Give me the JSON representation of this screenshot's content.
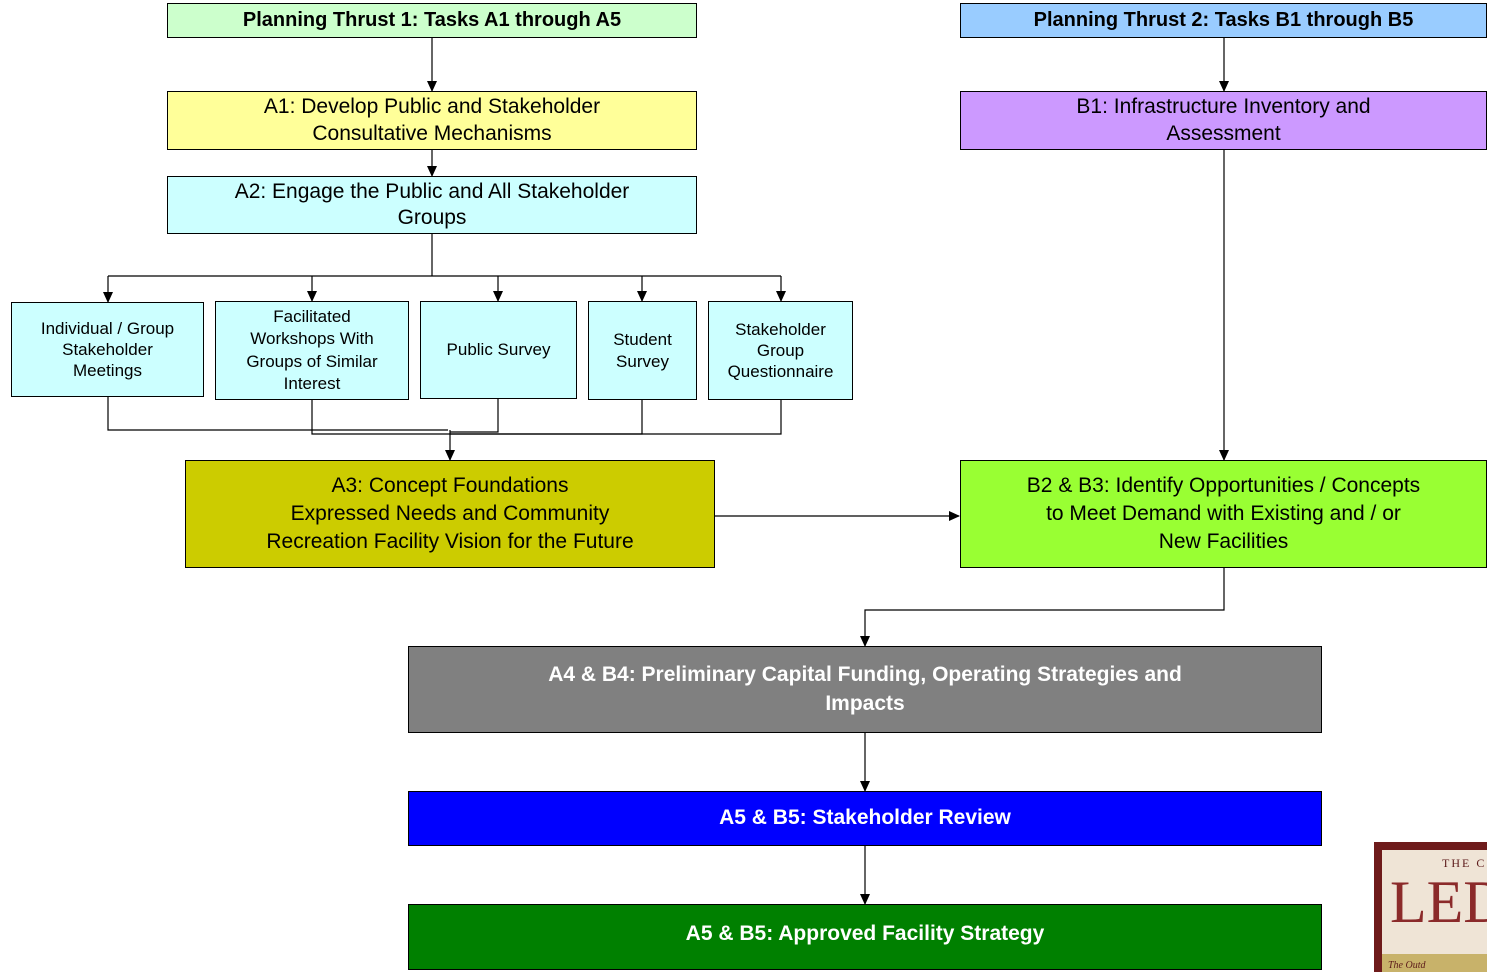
{
  "thrust1": {
    "title": "Planning Thrust 1: Tasks A1 through A5"
  },
  "thrust2": {
    "title": "Planning Thrust 2: Tasks B1 through B5"
  },
  "a1": {
    "text": "A1:  Develop Public and Stakeholder\nConsultative Mechanisms"
  },
  "a2": {
    "text": "A2:  Engage the Public and All Stakeholder\nGroups"
  },
  "engagement": [
    "Individual / Group\nStakeholder\nMeetings",
    "Facilitated\nWorkshops With\nGroups of Similar\nInterest",
    "Public Survey",
    "Student\nSurvey",
    "Stakeholder\nGroup\nQuestionnaire"
  ],
  "a3": {
    "text": "A3:  Concept Foundations\nExpressed Needs and Community\nRecreation Facility Vision for the Future"
  },
  "b1": {
    "text": "B1:  Infrastructure Inventory and\nAssessment"
  },
  "b2b3": {
    "text": "B2 & B3:  Identify Opportunities / Concepts\nto Meet Demand with Existing  and / or\nNew Facilities"
  },
  "a4b4": {
    "text": "A4 & B4:  Preliminary Capital Funding, Operating Strategies and\nImpacts"
  },
  "review": {
    "text": "A5 & B5:  Stakeholder Review"
  },
  "approved": {
    "text": "A5 & B5:  Approved Facility Strategy"
  },
  "logo": {
    "small": "THE C",
    "big": "LED",
    "band": "The Outd"
  },
  "colors": {
    "thrust1": "#ccffcc",
    "thrust2": "#99ccff",
    "a1": "#ffff99",
    "a2": "#ccffff",
    "sub": "#ccffff",
    "a3": "#cccc00",
    "b1": "#cc99ff",
    "b2b3": "#99ff33",
    "a4b4": "#808080",
    "review": "#0000ff",
    "approved": "#008000"
  }
}
